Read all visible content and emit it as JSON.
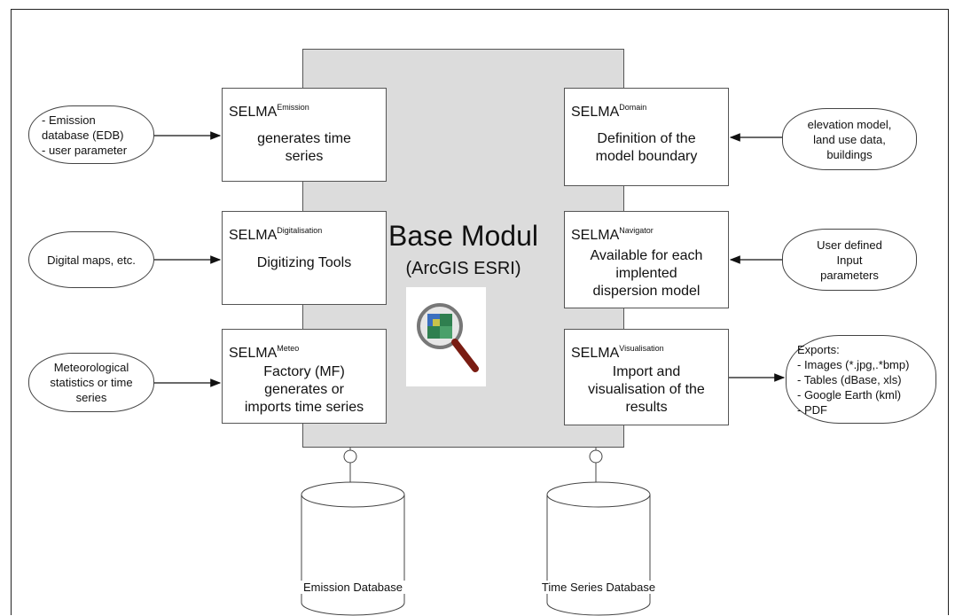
{
  "base": {
    "title": "Base Modul",
    "subtitle": "(ArcGIS ESRI)",
    "icon": "magnifier-map-icon"
  },
  "modules": {
    "emission": {
      "name": "SELMA",
      "sup": "Emission",
      "desc": "generates time\nseries"
    },
    "domain": {
      "name": "SELMA",
      "sup": "Domain",
      "desc": "Definition of the\nmodel boundary"
    },
    "digitalisation": {
      "name": "SELMA",
      "sup": "Digitalisation",
      "desc": "Digitizing Tools"
    },
    "navigator": {
      "name": "SELMA",
      "sup": "Navigator",
      "desc": "Available for each\nimplented\ndispersion model"
    },
    "meteo": {
      "name": "SELMA",
      "sup": "Meteo",
      "desc": "Factory (MF)\ngenerates or\nimports time series"
    },
    "visualisation": {
      "name": "SELMA",
      "sup": "Visualisation",
      "desc": "Import and\nvisualisation of the\nresults"
    }
  },
  "inputs": {
    "edb": "- Emission\n  database (EDB)\n- user parameter",
    "maps": "Digital maps,  etc.",
    "meteo": "Meteorological\nstatistics or time\nseries",
    "elevation": "elevation model,\nland use data,\nbuildings",
    "user": "User defined\nInput\nparameters",
    "exports": "Exports:\n - Images (*.jpg,.*bmp)\n - Tables (dBase, xls)\n - Google Earth (kml)\n - PDF"
  },
  "databases": {
    "emission": "Emission Database",
    "timeseries": "Time Series Database"
  }
}
